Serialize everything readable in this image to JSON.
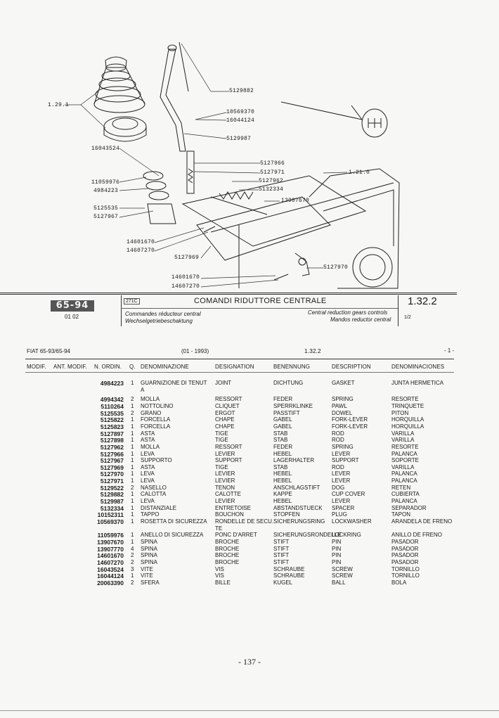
{
  "diagram": {
    "callouts": [
      "5129882",
      "1.29.1",
      "10569370",
      "16044124",
      "5129987",
      "16043524",
      "5127966",
      "5127971",
      "1.21.0",
      "11059976",
      "4984223",
      "5127962",
      "5132334",
      "13907670",
      "5125535",
      "5127967",
      "14601670",
      "14607270",
      "5127969",
      "5127970",
      "14601670",
      "14607270"
    ]
  },
  "title_block": {
    "model": "65-94",
    "edition": "01 02",
    "code_box": "271C",
    "title_it": "COMANDI RIDUTTORE CENTRALE",
    "title_fr": "Commandes réducteur central",
    "title_de": "Wechselgetriebeschaktung",
    "title_en": "Central reduction gears controls",
    "title_es": "Mandos reductor central",
    "section": "1.32.2",
    "sheet": "1/2"
  },
  "list_header": {
    "model_line": "FIAT 65-93/65-94",
    "period": "(01 - 1993)",
    "section": "1.32.2",
    "page_marker": "- 1 -",
    "columns": [
      "MODIF.",
      "ANT. MODIF.",
      "N. ORDIN.",
      "Q.",
      "DENOMINAZIONE",
      "DESIGNATION",
      "BENENNUNG",
      "DESCRIPTION",
      "DENOMINACIONES"
    ]
  },
  "parts": [
    {
      "num": "4984223",
      "q": "1",
      "it": "GUARNIZIONE DI TENUT",
      "it2": "A",
      "fr": "JOINT",
      "de": "DICHTUNG",
      "en": "GASKET",
      "es": "JUNTA HERMETICA"
    },
    {
      "num": "4994342",
      "q": "2",
      "it": "MOLLA",
      "fr": "RESSORT",
      "de": "FEDER",
      "en": "SPRING",
      "es": "RESORTE"
    },
    {
      "num": "5110264",
      "q": "1",
      "it": "NOTTOLINO",
      "fr": "CLIQUET",
      "de": "SPERRKLINKE",
      "en": "PAWL",
      "es": "TRINQUETE"
    },
    {
      "num": "5125535",
      "q": "2",
      "it": "GRANO",
      "fr": "ERGOT",
      "de": "PASSTIFT",
      "en": "DOWEL",
      "es": "PITON"
    },
    {
      "num": "5125822",
      "q": "1",
      "it": "FORCELLA",
      "fr": "CHAPE",
      "de": "GABEL",
      "en": "FORK-LEVER",
      "es": "HORQUILLA"
    },
    {
      "num": "5125823",
      "q": "1",
      "it": "FORCELLA",
      "fr": "CHAPE",
      "de": "GABEL",
      "en": "FORK-LEVER",
      "es": "HORQUILLA"
    },
    {
      "num": "5127897",
      "q": "1",
      "it": "ASTA",
      "fr": "TIGE",
      "de": "STAB",
      "en": "ROD",
      "es": "VARILLA"
    },
    {
      "num": "5127898",
      "q": "1",
      "it": "ASTA",
      "fr": "TIGE",
      "de": "STAB",
      "en": "ROD",
      "es": "VARILLA"
    },
    {
      "num": "5127962",
      "q": "1",
      "it": "MOLLA",
      "fr": "RESSORT",
      "de": "FEDER",
      "en": "SPRING",
      "es": "RESORTE"
    },
    {
      "num": "5127966",
      "q": "1",
      "it": "LEVA",
      "fr": "LEVIER",
      "de": "HEBEL",
      "en": "LEVER",
      "es": "PALANCA"
    },
    {
      "num": "5127967",
      "q": "1",
      "it": "SUPPORTO",
      "fr": "SUPPORT",
      "de": "LAGERHALTER",
      "en": "SUPPORT",
      "es": "SOPORTE"
    },
    {
      "num": "5127969",
      "q": "1",
      "it": "ASTA",
      "fr": "TIGE",
      "de": "STAB",
      "en": "ROD",
      "es": "VARILLA"
    },
    {
      "num": "5127970",
      "q": "1",
      "it": "LEVA",
      "fr": "LEVIER",
      "de": "HEBEL",
      "en": "LEVER",
      "es": "PALANCA"
    },
    {
      "num": "5127971",
      "q": "1",
      "it": "LEVA",
      "fr": "LEVIER",
      "de": "HEBEL",
      "en": "LEVER",
      "es": "PALANCA"
    },
    {
      "num": "5129522",
      "q": "2",
      "it": "NASELLO",
      "fr": "TENON",
      "de": "ANSCHLAGSTIFT",
      "en": "DOG",
      "es": "RETEN"
    },
    {
      "num": "5129882",
      "q": "1",
      "it": "CALOTTA",
      "fr": "CALOTTE",
      "de": "KAPPE",
      "en": "CUP COVER",
      "es": "CUBIERTA"
    },
    {
      "num": "5129987",
      "q": "1",
      "it": "LEVA",
      "fr": "LEVIER",
      "de": "HEBEL",
      "en": "LEVER",
      "es": "PALANCA"
    },
    {
      "num": "5132334",
      "q": "1",
      "it": "DISTANZIALE",
      "fr": "ENTRETOISE",
      "de": "ABSTANDSTUECK",
      "en": "SPACER",
      "es": "SEPARADOR"
    },
    {
      "num": "10152311",
      "q": "1",
      "it": "TAPPO",
      "fr": "BOUCHON",
      "de": "STOPFEN",
      "en": "PLUG",
      "es": "TAPON"
    },
    {
      "num": "10569370",
      "q": "1",
      "it": "ROSETTA DI SICUREZZA",
      "fr": "RONDELLE DE SECU.",
      "fr2": "TE",
      "de": "SICHERUNGSRING",
      "en": "LOCKWASHER",
      "es": "ARANDELA DE FRENO"
    },
    {
      "num": "11059976",
      "q": "1",
      "it": "ANELLO DI SICUREZZA",
      "fr": "PONC D'ARRET",
      "de": "SICHERUNGSRONDELLE",
      "en": "LOCKRING",
      "es": "ANILLO DE FRENO"
    },
    {
      "num": "13907670",
      "q": "1",
      "it": "SPINA",
      "fr": "BROCHE",
      "de": "STIFT",
      "en": "PIN",
      "es": "PASADOR"
    },
    {
      "num": "13907770",
      "q": "4",
      "it": "SPINA",
      "fr": "BROCHE",
      "de": "STIFT",
      "en": "PIN",
      "es": "PASADOR"
    },
    {
      "num": "14601670",
      "q": "2",
      "it": "SPINA",
      "fr": "BROCHE",
      "de": "STIFT",
      "en": "PIN",
      "es": "PASADOR"
    },
    {
      "num": "14607270",
      "q": "2",
      "it": "SPINA",
      "fr": "BROCHE",
      "de": "STIFT",
      "en": "PIN",
      "es": "PASADOR"
    },
    {
      "num": "16043524",
      "q": "3",
      "it": "VITE",
      "fr": "VIS",
      "de": "SCHRAUBE",
      "en": "SCREW",
      "es": "TORNILLO"
    },
    {
      "num": "16044124",
      "q": "1",
      "it": "VITE",
      "fr": "VIS",
      "de": "SCHRAUBE",
      "en": "SCREW",
      "es": "TORNILLO"
    },
    {
      "num": "20063390",
      "q": "2",
      "it": "SFERA",
      "fr": "BILLE",
      "de": "KUGEL",
      "en": "BALL",
      "es": "BOLA"
    }
  ],
  "footer": {
    "page": "- 137 -"
  }
}
